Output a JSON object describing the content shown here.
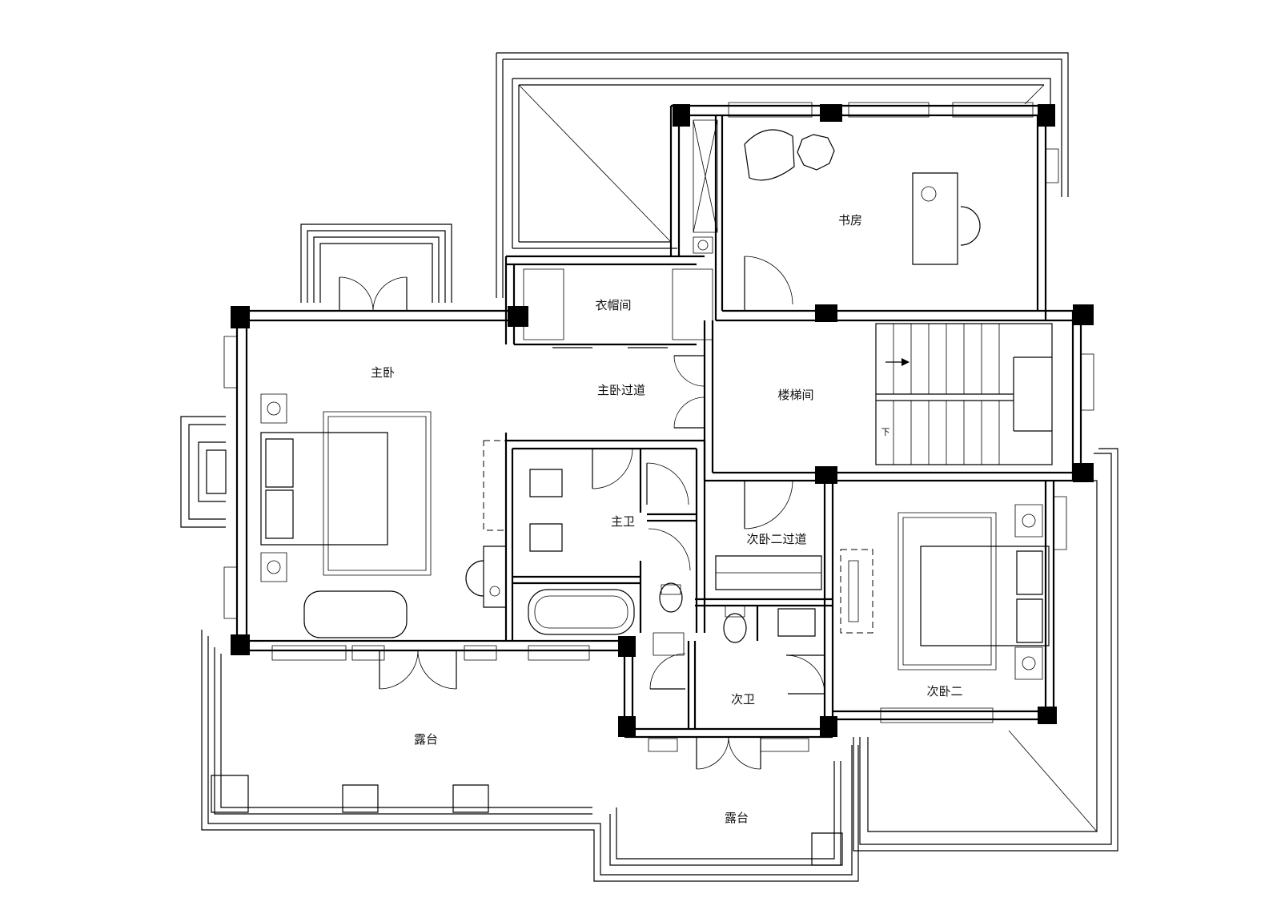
{
  "rooms": {
    "study": "书房",
    "closet": "衣帽间",
    "master_bedroom": "主卧",
    "master_corridor": "主卧过道",
    "stairwell": "楼梯间",
    "master_bath": "主卫",
    "second_bedroom_corridor": "次卧二过道",
    "second_bedroom": "次卧二",
    "second_bath": "次卫",
    "terrace_main": "露台",
    "terrace_small": "露台"
  },
  "stair_direction": "下"
}
